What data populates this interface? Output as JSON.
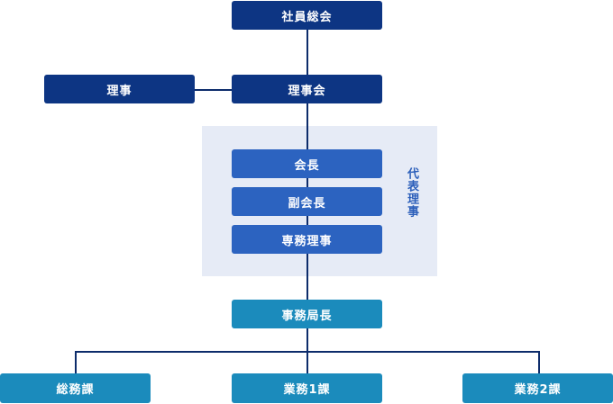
{
  "nodes": {
    "general_meeting": "社員総会",
    "director": "理事",
    "board": "理事会",
    "president": "会長",
    "vice_president": "副会長",
    "executive_director": "専務理事",
    "secretary_general": "事務局長",
    "general_affairs": "総務課",
    "business_1": "業務1課",
    "business_2": "業務2課"
  },
  "group_label": "代表理事",
  "colors": {
    "top_level": "#0d3583",
    "representative": "#2c63c0",
    "secretariat": "#1b8bbc",
    "group_panel": "#e6ebf6",
    "connector": "#0d2c6b"
  }
}
